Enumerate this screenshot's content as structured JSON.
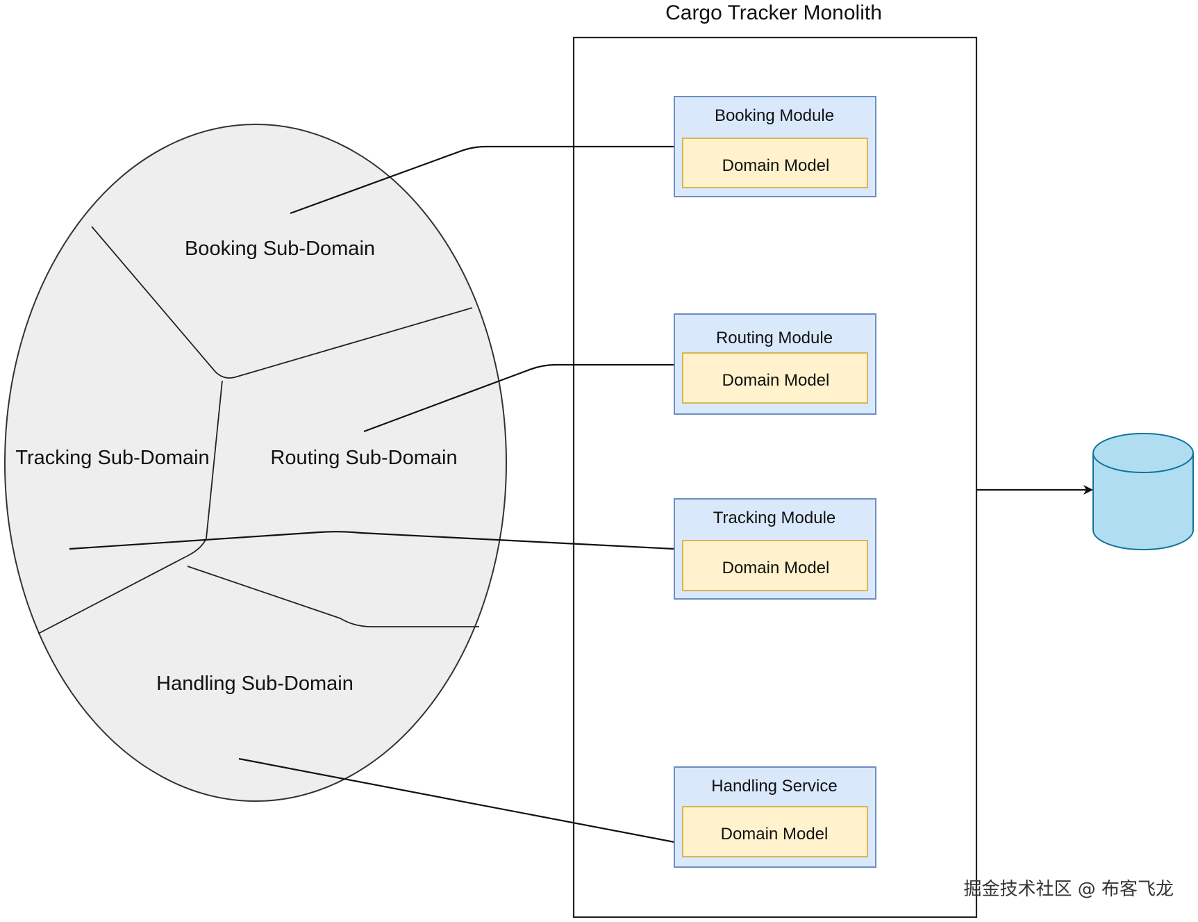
{
  "monolith": {
    "title": "Cargo Tracker Monolith"
  },
  "subdomains": [
    {
      "label": "Booking Sub-Domain"
    },
    {
      "label": "Tracking Sub-Domain"
    },
    {
      "label": "Routing Sub-Domain"
    },
    {
      "label": "Handling Sub-Domain"
    }
  ],
  "modules": [
    {
      "title": "Booking Module",
      "inner": "Domain Model"
    },
    {
      "title": "Routing Module",
      "inner": "Domain Model"
    },
    {
      "title": "Tracking Module",
      "inner": "Domain Model"
    },
    {
      "title": "Handling Service",
      "inner": "Domain Model"
    }
  ],
  "database": {
    "icon": "database-icon"
  },
  "watermark": "掘金技术社区 @ 布客飞龙",
  "colors": {
    "domain_fill": "#eeeeee",
    "module_fill": "#dae8fc",
    "module_stroke": "#6c8ebf",
    "model_fill": "#fff2cc",
    "model_stroke": "#d6b656",
    "db_fill": "#b1ddf0",
    "db_stroke": "#10739e"
  }
}
